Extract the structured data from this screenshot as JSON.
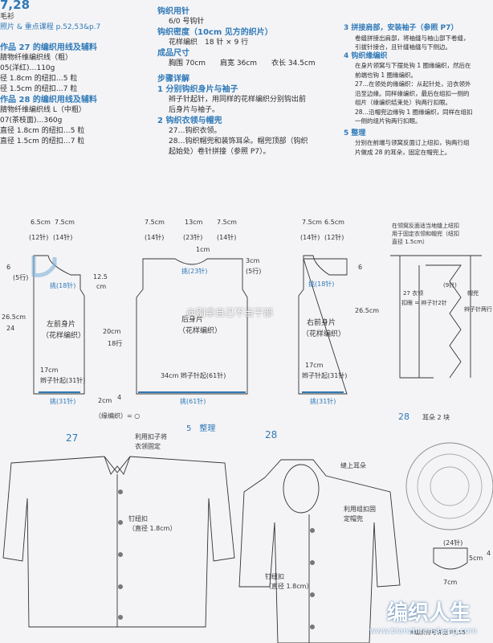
{
  "left_col": {
    "title": "7,28",
    "line1": "毛衫",
    "line2": "照片 & 重点课程 p.52,53&p.7",
    "h1": "作品 27 的编织用线及辅料",
    "l1": "腈物纤维编织线（粗）",
    "l2": "05(洋红)…110g",
    "l3": "径 1.8cm 的纽扣…5 粒",
    "l4": "径 1.5cm 的纽扣…7 粒",
    "h2": "作品 28 的编织用线及辅料",
    "l5": "腈物纤维编织线 L（中粗）",
    "l6": "07(茶枝面)…360g",
    "l7": "直径 1.8cm 的纽扣…5 粒",
    "l8": "直径 1.5cm 的纽扣…7 粒"
  },
  "mid_col": {
    "h1": "钩织用针",
    "t1": "6/0 号钩针",
    "h2": "钩织密度（10cm 见方的织片）",
    "t2": "花样编织　18 针 × 9 行",
    "h3": "成品尺寸",
    "t3": "胸围 70cm　　肩宽 36cm　　衣长 34.5cm",
    "h4": "步骤详解",
    "h5": "1 分别钩织身片与袖子",
    "t4": "辫子针起针，用同样的花样编织分别钩出前",
    "t5": "后身片与袖子。",
    "h6": "2 钩织衣领与帽兜",
    "t6": "27…钩织衣领。",
    "t7": "28…钩织帽兜和装饰耳朵。帽兜顶部（钩织",
    "t8": "起始处）卷针拼接（参照 P7）。"
  },
  "right_col": {
    "h1": "3 拼接肩部，安装袖子（参照 P7）",
    "t1": "卷缝拼接出肩部，将袖缝与袖山部下卷缝，",
    "t2": "引拔针接合，且针缝袖缝与下侧边。",
    "h2": "4 钩织缘编织",
    "t3": "在身片领窝与下摆处钩 1 圈缘编织，然后在",
    "t4": "前端也钩 1 圈缘编织。",
    "t5": "27…在领处的缘编织：从起针处，沿衣领外",
    "t6": "沿至边缘。同样缘编织，最后在组扣一侧的",
    "t7": "组片（缘编织结束处）钩两行扣眼。",
    "t8": "28…沿帽兜边缘钩 1 圈缘编织，同样在组扣",
    "t9": "一侧的组片钩两行扣眼。",
    "h3": "5 整理",
    "t10": "分别在前端与领窝反面订上纽扣，钩两行组",
    "t11": "片做成 28 的耳朵，固定在帽兜上。"
  },
  "diagram": {
    "lf_w1": "6.5cm",
    "lf_w2": "7.5cm",
    "lf_s1": "(12针)",
    "lf_s2": "(14针)",
    "lf_label": "挑(18针)",
    "lf_h1": "6",
    "lf_h1b": "(5行)",
    "lf_h2": "26.5cm",
    "lf_h2b": "24",
    "lf_name": "左前身片",
    "lf_pat": "（花样编织）",
    "lf_bottom": "17cm",
    "lf_start": "辫子针起(31针)",
    "lf_pick": "挑(31针)",
    "b_w1": "7.5cm",
    "b_w2": "13cm",
    "b_w3": "7.5cm",
    "b_s1": "(14针)",
    "b_s2": "(23针)",
    "b_s3": "(14针)",
    "b_neck": "1cm",
    "b_neckpick": "挑(23针)",
    "b_sh": "3cm",
    "b_sh2": "(5行)",
    "b_side": "12.5",
    "b_side2": "cm",
    "b_name": "后身片",
    "b_pat": "（花样编织）",
    "b_h": "20cm",
    "b_h2": "18行",
    "b_bottom": "34cm 辫子针起(61针)",
    "b_pick": "挑(61针)",
    "b_2cm": "2cm",
    "b_4": "4",
    "b_edge": "（缘编织）= ○",
    "rf_w1": "7.5cm",
    "rf_w2": "6.5cm",
    "rf_s1": "(14针)",
    "rf_s2": "(12针)",
    "rf_label": "挑(18针)",
    "rf_h1": "6",
    "rf_h2": "26.5cm",
    "rf_name": "右前身片",
    "rf_pat": "（花样编织）",
    "rf_bottom": "17cm",
    "rf_start": "辫子针起(31针)",
    "rf_pick": "挑(31针)",
    "hood_note1": "在领窝反面适当地缝上纽扣",
    "hood_note2": "用于固定衣领和帽兜（纽扣",
    "hood_note3": "直径 1.5cm）",
    "hood_r1": "(9针)",
    "hood_r2": "帽兜",
    "hood_r3": "辫子针两行",
    "hood_l1": "27 衣领",
    "hood_l2": "扣眼 = 辫子针2针",
    "ear_title": "耳朵 2 块",
    "ear_label": "28",
    "ear_w": "7cm",
    "ear_s": "(24针)",
    "ear_h": "5cm",
    "ear_r": "4",
    "finish": "5　整理",
    "j27": "27",
    "j28": "28",
    "j27_note1": "利用扣子将",
    "j27_note2": "衣领固定",
    "j27_btn": "钉纽扣",
    "j27_btn2": "（直径 1.8cm）",
    "j28_ear": "缝上耳朵",
    "j28_note1": "利用组扣固",
    "j28_note2": "定帽兜",
    "j28_btn": "钉纽扣",
    "j28_btn2": "（直径 1.8cm）",
    "page_ref": "※编织符号详见 P4,55"
  },
  "watermark": {
    "weibo": "@别拿自己不当干部",
    "logo": "编织人生",
    "url": "www.bianzhirensheng.com"
  }
}
